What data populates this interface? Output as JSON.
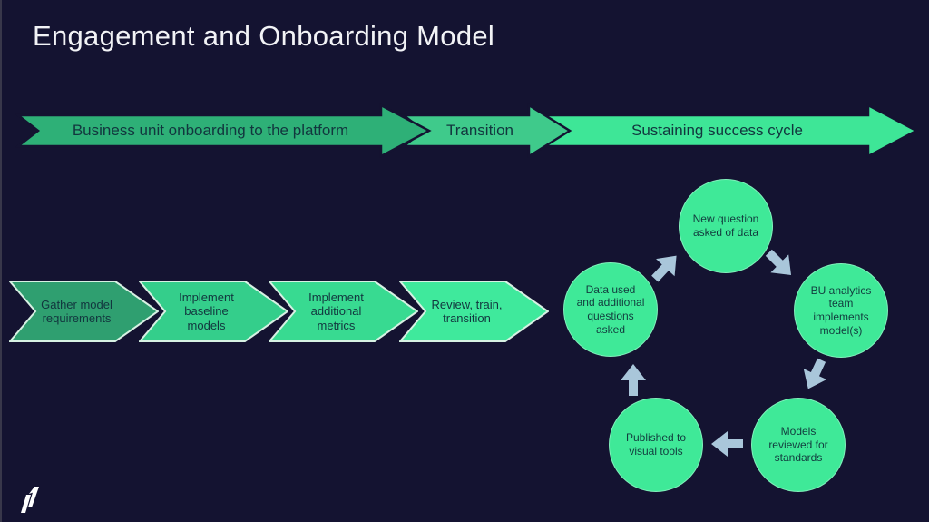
{
  "slide": {
    "title": "Engagement and Onboarding Model"
  },
  "phases": [
    {
      "label": "Business unit onboarding to the platform",
      "fill": "#2eb077"
    },
    {
      "label": "Transition",
      "fill": "#3fca8b"
    },
    {
      "label": "Sustaining success cycle",
      "fill": "#3ee697"
    }
  ],
  "steps": [
    {
      "label": "Gather model requirements",
      "fill": "#2f9f70"
    },
    {
      "label": "Implement baseline models",
      "fill": "#34ce8b"
    },
    {
      "label": "Implement additional metrics",
      "fill": "#38da91"
    },
    {
      "label": "Review, train, transition",
      "fill": "#3fe99c"
    }
  ],
  "cycle": {
    "circle_fill": "#3fe998",
    "arrow_fill": "#a9c6da",
    "circles": [
      {
        "label": "New question asked of data"
      },
      {
        "label": "BU analytics team implements model(s)"
      },
      {
        "label": "Models reviewed for standards"
      },
      {
        "label": "Published to visual tools"
      },
      {
        "label": "Data used and additional questions asked"
      }
    ]
  },
  "icons": {
    "logo": "nasdaq-n-ribbon-logo",
    "cycle_arrow": "block-arrow"
  },
  "colors": {
    "background": "#141331",
    "title_text": "#f2f3f6",
    "dark_text_on_green": "#12363e",
    "logo_fill": "#ffffff"
  }
}
